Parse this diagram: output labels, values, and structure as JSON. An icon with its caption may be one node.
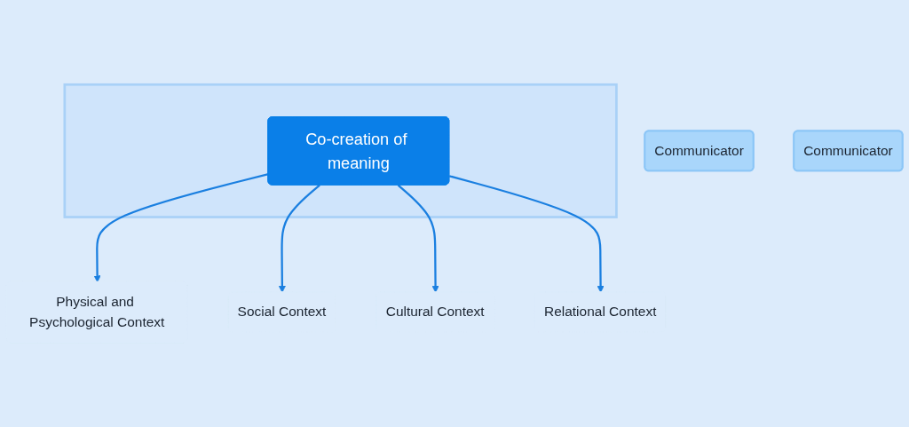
{
  "diagram": {
    "nodes": [
      {
        "text": [
          "Communicator"
        ]
      },
      {
        "text": [],
        "shape": "box"
      },
      {
        "text": [
          "Co-creation of meaning"
        ],
        "in": 1
      },
      {
        "text": [
          "Physical and Psychological Context"
        ]
      },
      {
        "text": [
          "Social Context"
        ]
      },
      {
        "text": [
          "Cultural Context"
        ]
      },
      {
        "text": [
          "Relational Context"
        ]
      },
      {
        "text": [
          "Communicator"
        ]
      }
    ],
    "edges": [
      {
        "from": 2,
        "to": 3,
        "arrow": "to"
      },
      {
        "from": 2,
        "to": 4,
        "arrow": "to"
      },
      {
        "from": 2,
        "to": 5,
        "arrow": "to"
      },
      {
        "from": 2,
        "to": 6,
        "arrow": "to"
      }
    ]
  }
}
